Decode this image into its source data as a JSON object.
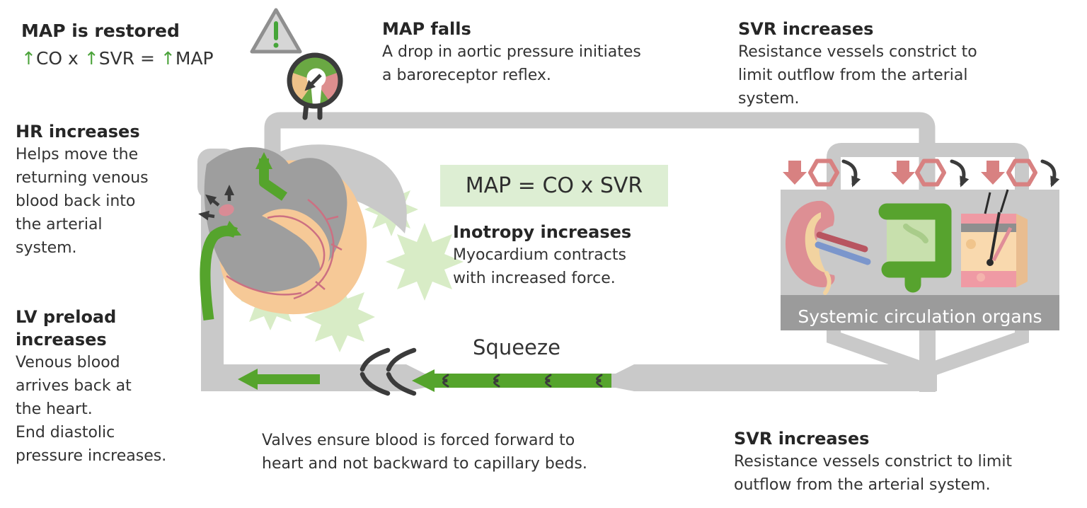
{
  "colors": {
    "pipe_gray": "#c9c9c9",
    "heart_gray": "#9e9e9e",
    "accent_green": "#55a42c",
    "formula_arrow_green": "#4ba33a",
    "equation_panel_green": "#ddeed3",
    "starburst_green": "#d8ecc6",
    "alert_red": "#d88181",
    "organ_band_gray": "#9b9b9b",
    "myocardium_peach": "#f6c997",
    "coronary_pink": "#cc7082",
    "gauge_low_tan": "#eec289",
    "gauge_high_pink": "#dd8e8e",
    "ink": "#2e2e2e"
  },
  "map_restored": {
    "title": "MAP is restored",
    "formula": [
      {
        "arrow": "↑"
      },
      {
        "text": "CO x "
      },
      {
        "arrow": "↑"
      },
      {
        "text": "SVR = "
      },
      {
        "arrow": "↑"
      },
      {
        "text": "MAP"
      }
    ]
  },
  "hr": {
    "title": "HR increases",
    "body": "Helps move the\nreturning venous\nblood back into\nthe arterial\nsystem."
  },
  "lv": {
    "title": "LV preload\nincreases",
    "body": "Venous blood\narrives back at\nthe heart.\nEnd diastolic\npressure increases."
  },
  "map_falls": {
    "title": "MAP falls",
    "body": "A drop in aortic pressure initiates\na baroreceptor reflex."
  },
  "svr_top": {
    "title": "SVR increases",
    "body": "Resistance vessels constrict to\nlimit outflow from the arterial\nsystem."
  },
  "equation": "MAP = CO x SVR",
  "inotropy": {
    "title": "Inotropy increases",
    "body": "Myocardium contracts\nwith increased force."
  },
  "squeeze_label": "Squeeze",
  "valves_note": "Valves ensure blood is forced forward to\nheart and not backward to capillary beds.",
  "svr_bottom": {
    "title": "SVR increases",
    "body": "Resistance vessels constrict to limit\noutflow from the arterial system."
  },
  "organs_band": "Systemic circulation organs",
  "icons": {
    "warning": "warning-triangle-icon",
    "gauge": "pressure-gauge-icon",
    "heart": "heart-illustration",
    "kidney": "kidney-icon",
    "intestine": "intestine-icon",
    "skin": "skin-icon",
    "down_arrow": "red-down-arrow-icon",
    "hexagon": "constrict-hexagon-icon",
    "rotate": "constrict-rotate-arrow-icon"
  }
}
